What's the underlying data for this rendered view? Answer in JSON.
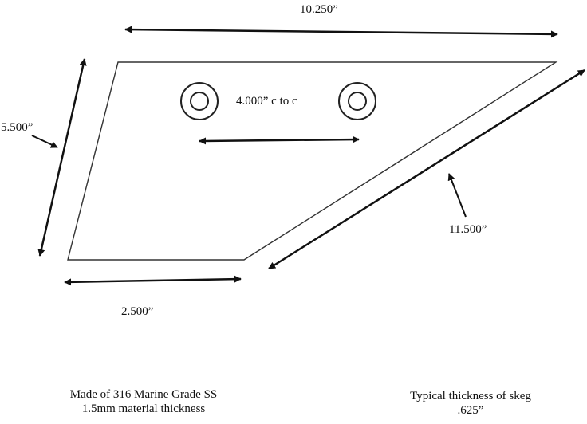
{
  "dimensions": {
    "top_width": "10.250”",
    "left_height": "5.500”",
    "bottom_width": "2.500”",
    "diagonal_length": "11.500”",
    "hole_spacing": "4.000” c to c"
  },
  "notes": {
    "material_line1": "Made of 316  Marine Grade SS",
    "material_line2": "1.5mm  material thickness",
    "thickness_line1": "Typical thickness of skeg",
    "thickness_line2": ".625”"
  },
  "colors": {
    "ink": "#111111",
    "outline": "#333333"
  }
}
